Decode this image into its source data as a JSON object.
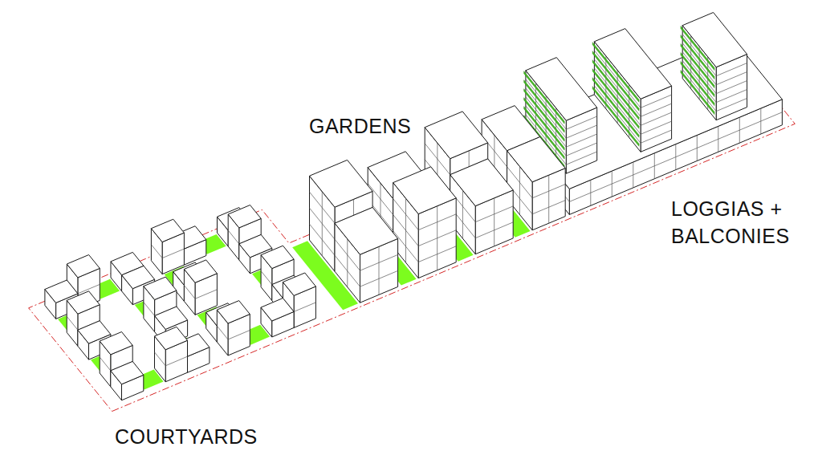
{
  "diagram": {
    "labels": [
      "GARDENS",
      "LOGGIAS + BALCONIES",
      "COURTYARDS"
    ]
  }
}
